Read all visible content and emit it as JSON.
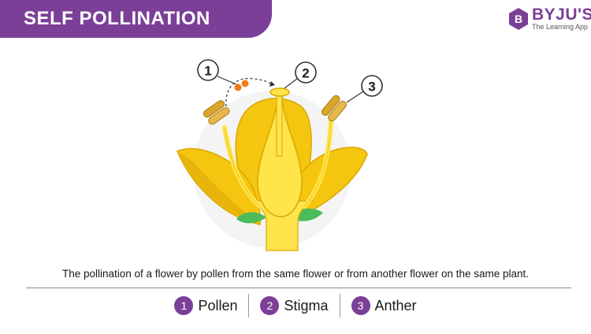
{
  "title": "SELF POLLINATION",
  "brand": {
    "name": "BYJU'S",
    "tagline": "The Learning App",
    "mark_letter": "B"
  },
  "callouts": [
    "1",
    "2",
    "3"
  ],
  "caption": "The pollination of a flower by pollen from the same flower or from another flower on the same plant.",
  "legend": [
    {
      "num": "1",
      "label": "Pollen"
    },
    {
      "num": "2",
      "label": "Stigma"
    },
    {
      "num": "3",
      "label": "Anther"
    }
  ],
  "colors": {
    "accent": "#7b3f98",
    "petal": "#f5c60f",
    "pistil": "#ffe44a",
    "leaf": "#4cbb5c",
    "anther": "#d9a52a",
    "pollen": "#f07b1a"
  }
}
